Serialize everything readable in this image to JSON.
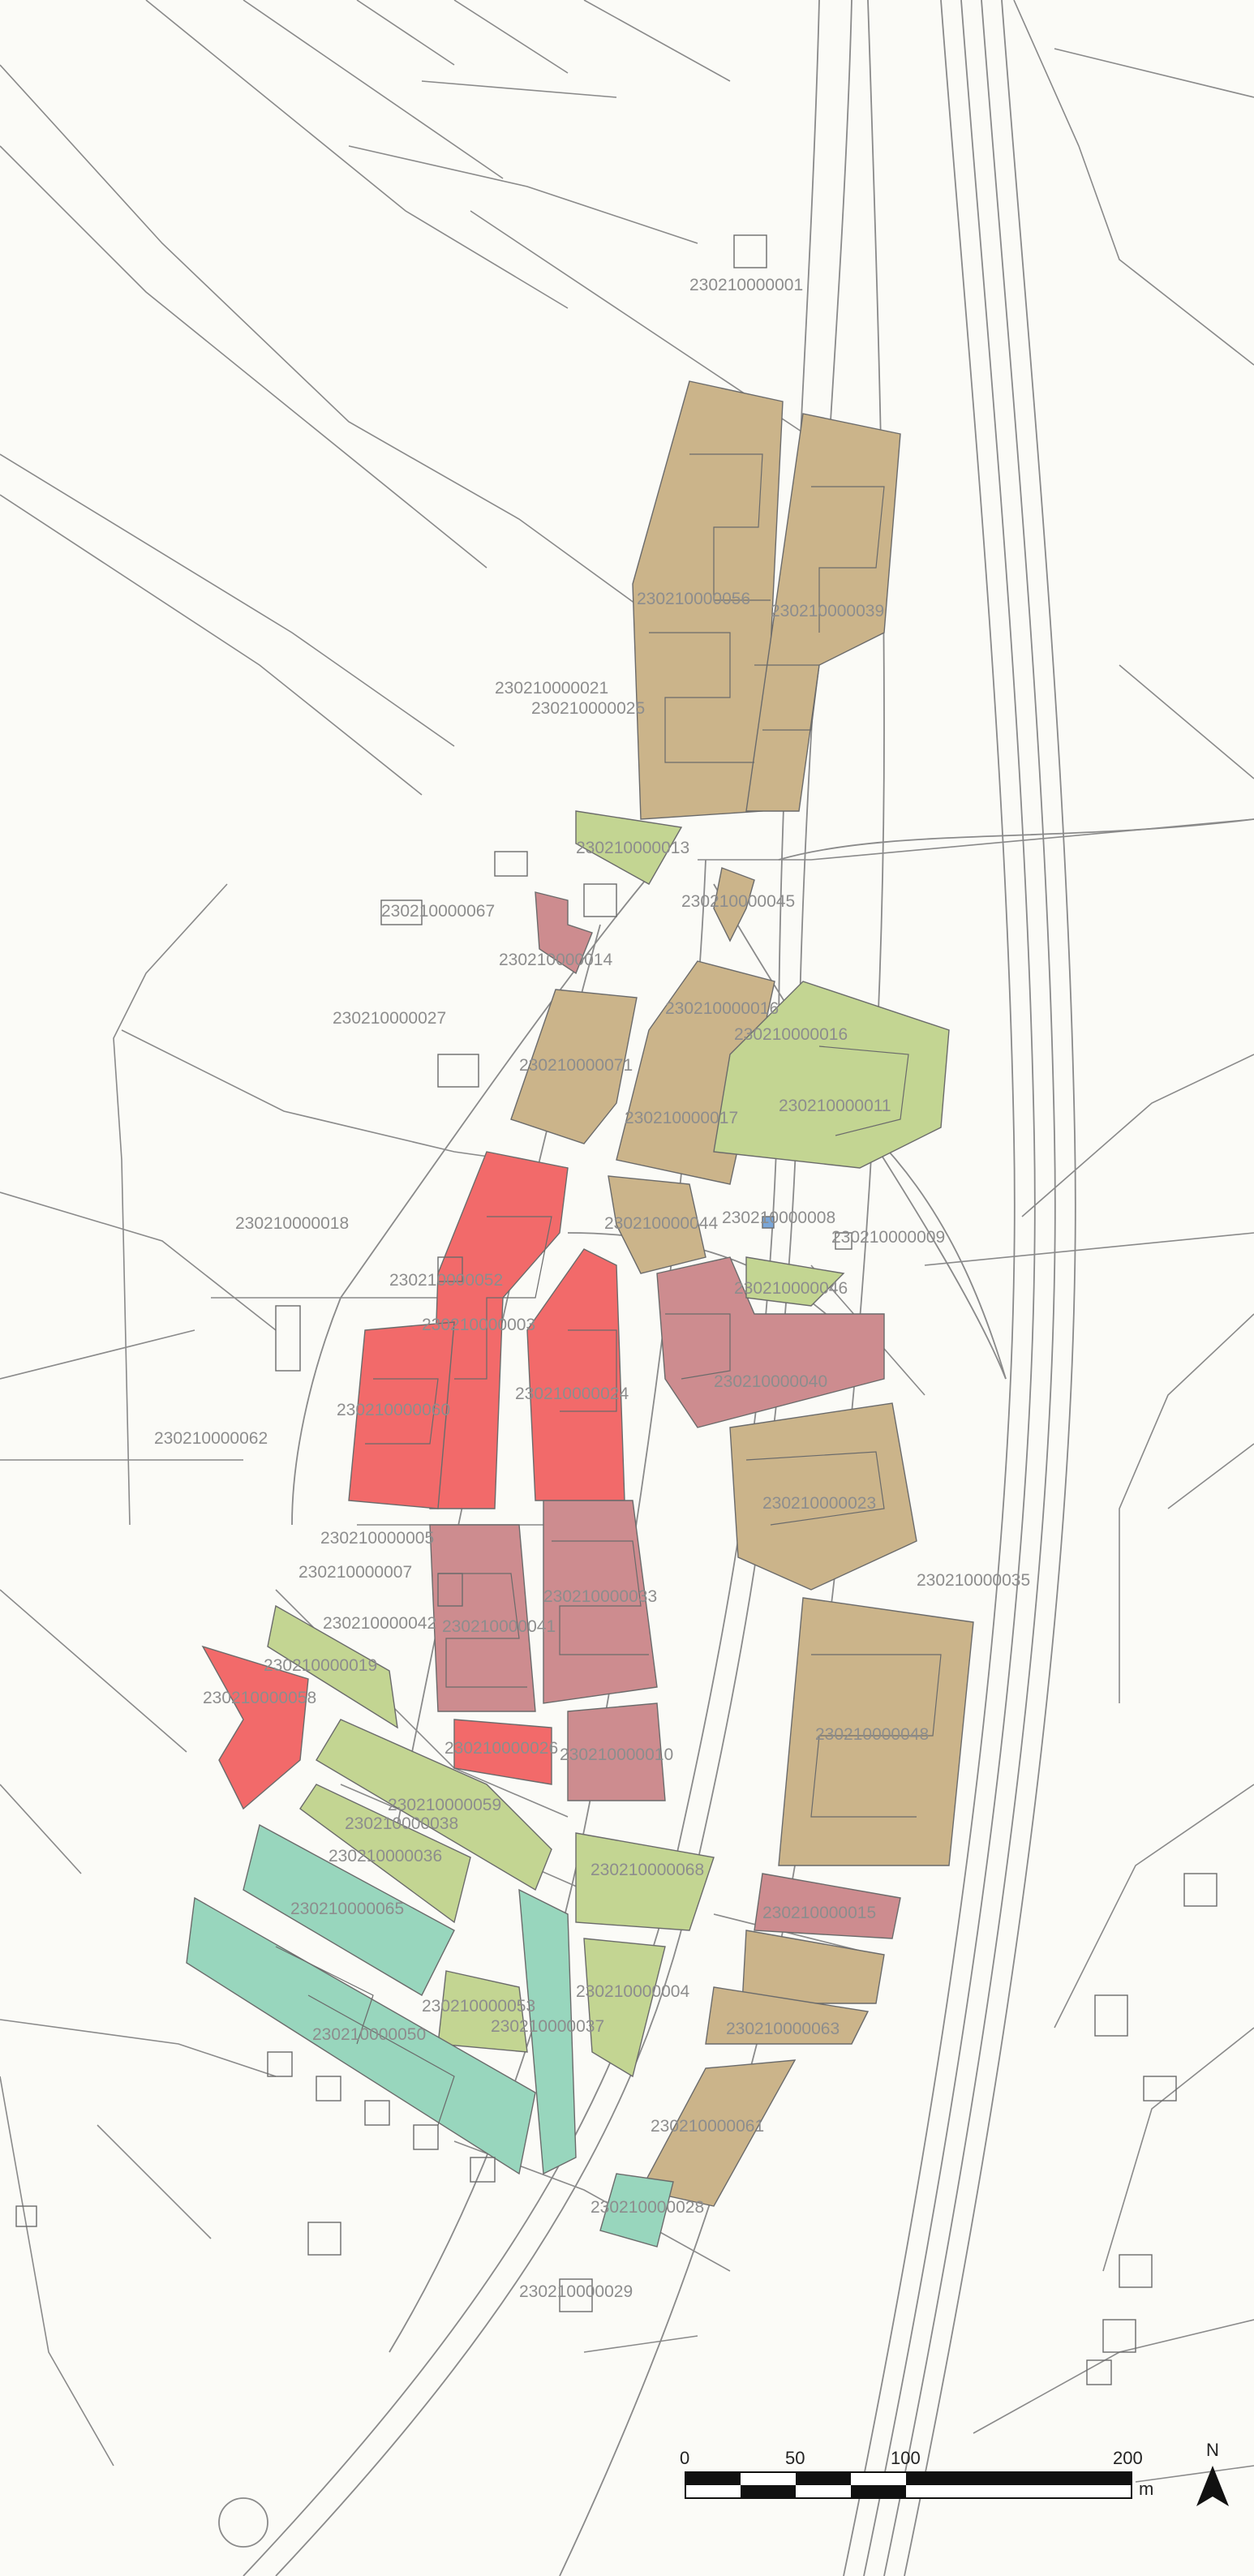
{
  "colors": {
    "background": "#fbfbf7",
    "line": "#8a8a8a",
    "tan": "#cbb48a",
    "red": "#f26a6a",
    "rose": "#cd8c8f",
    "green": "#c3d592",
    "teal": "#98d6bd"
  },
  "parcel_labels": [
    "230210000001",
    "230210000056",
    "230210000039",
    "230210000021",
    "230210000025",
    "230210000013",
    "230210000045",
    "230210000067",
    "230210000014",
    "230210000027",
    "230210000016",
    "230210000016",
    "230210000071",
    "230210000011",
    "230210000017",
    "230210000018",
    "230210000008",
    "230210000044",
    "230210000009",
    "230210000052",
    "230210000003",
    "230210000046",
    "230210000040",
    "230210000024",
    "230210000062",
    "230210000060",
    "230210000023",
    "230210000005",
    "230210000035",
    "230210000007",
    "230210000033",
    "230210000042",
    "230210000041",
    "230210000019",
    "230210000058",
    "230210000048",
    "230210000026",
    "230210000010",
    "230210000059",
    "230210000038",
    "230210000036",
    "230210000068",
    "230210000065",
    "230210000015",
    "230210000004",
    "230210000053",
    "230210000037",
    "230210000050",
    "230210000063",
    "230210000061",
    "230210000028",
    "230210000029"
  ],
  "scale_bar": {
    "ticks": [
      "0",
      "50",
      "100",
      "200"
    ],
    "unit": "m"
  },
  "north_arrow": {
    "label": "N"
  }
}
